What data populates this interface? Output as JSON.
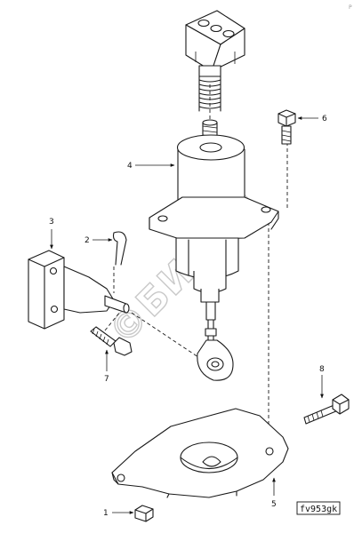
{
  "watermark": "©БИЗОН",
  "drawing_code": "fv953gk",
  "corner_mark": "P",
  "callouts": [
    {
      "id": "c1",
      "label": "1"
    },
    {
      "id": "c2",
      "label": "2"
    },
    {
      "id": "c3",
      "label": "3"
    },
    {
      "id": "c4",
      "label": "4"
    },
    {
      "id": "c5",
      "label": "5"
    },
    {
      "id": "c6",
      "label": "6"
    },
    {
      "id": "c7",
      "label": "7"
    },
    {
      "id": "c8",
      "label": "8"
    }
  ]
}
